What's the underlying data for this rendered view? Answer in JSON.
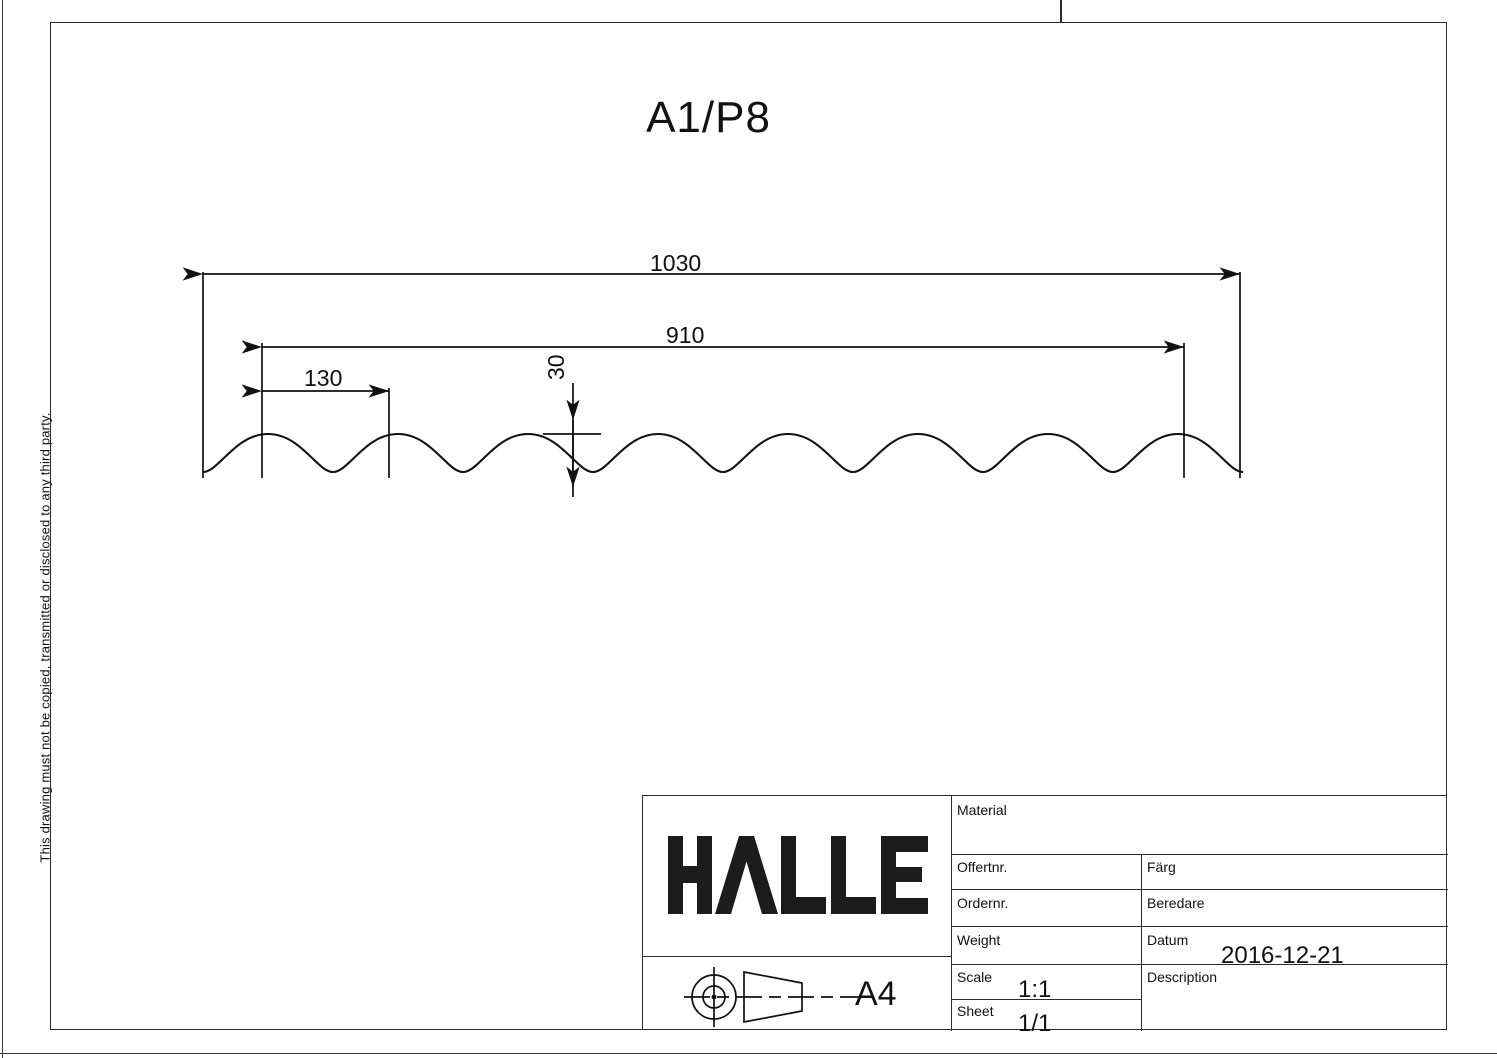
{
  "drawing": {
    "part_title": "A1/P8",
    "confidential_note": "This drawing must not be copied, transmitted or disclosed to any third party.",
    "format_label": "A4",
    "logo_text": "HALLE"
  },
  "dimensions": {
    "overall_length": "1030",
    "profile_length": "910",
    "pitch": "130",
    "depth": "30"
  },
  "title_block": {
    "rows": [
      {
        "label": "Material",
        "value": ""
      },
      {
        "label": "Offertnr.",
        "value": ""
      },
      {
        "label": "Ordernr.",
        "value": ""
      },
      {
        "label": "Weight",
        "value": ""
      },
      {
        "label": "Scale",
        "value": "1:1"
      },
      {
        "label": "Sheet",
        "value": "1/1"
      },
      {
        "label": "Färg",
        "value": ""
      },
      {
        "label": "Beredare",
        "value": ""
      },
      {
        "label": "Datum",
        "value": "2016-12-21"
      },
      {
        "label": "Description",
        "value": ""
      }
    ]
  },
  "chart_data": {
    "type": "line",
    "title": "Corrugated sheet profile A1/P8",
    "xlabel": "",
    "ylabel": "",
    "profile": "sinusoidal",
    "pitch_mm": 130,
    "depth_mm": 30,
    "profile_length_mm": 910,
    "overall_length_mm": 1030,
    "wave_count": 8
  }
}
